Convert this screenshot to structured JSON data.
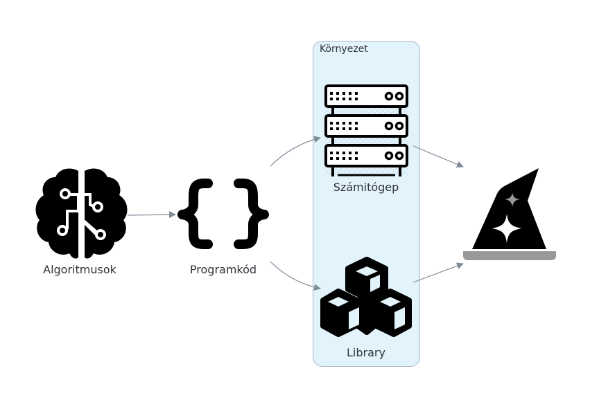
{
  "diagram": {
    "cluster": {
      "label": "Környezet",
      "fill": "#e3f3fc",
      "border": "#adb8c4"
    },
    "nodes": [
      {
        "id": "algorithms",
        "label": "Algoritmusok",
        "icon": "brain-circuit-icon"
      },
      {
        "id": "code",
        "label": "Programkód",
        "icon": "curly-braces-icon"
      },
      {
        "id": "computer",
        "label": "Számitógep",
        "icon": "server-rack-icon"
      },
      {
        "id": "library",
        "label": "Library",
        "icon": "cubes-icon"
      },
      {
        "id": "magic",
        "label": "",
        "icon": "wizard-hat-icon"
      }
    ],
    "edges": [
      {
        "from": "algorithms",
        "to": "code"
      },
      {
        "from": "code",
        "to": "computer"
      },
      {
        "from": "code",
        "to": "library"
      },
      {
        "from": "computer",
        "to": "magic"
      },
      {
        "from": "library",
        "to": "magic"
      }
    ],
    "edge_color": "#7f8c99",
    "icon_color": "#000000",
    "hat_accent": "#999999"
  }
}
